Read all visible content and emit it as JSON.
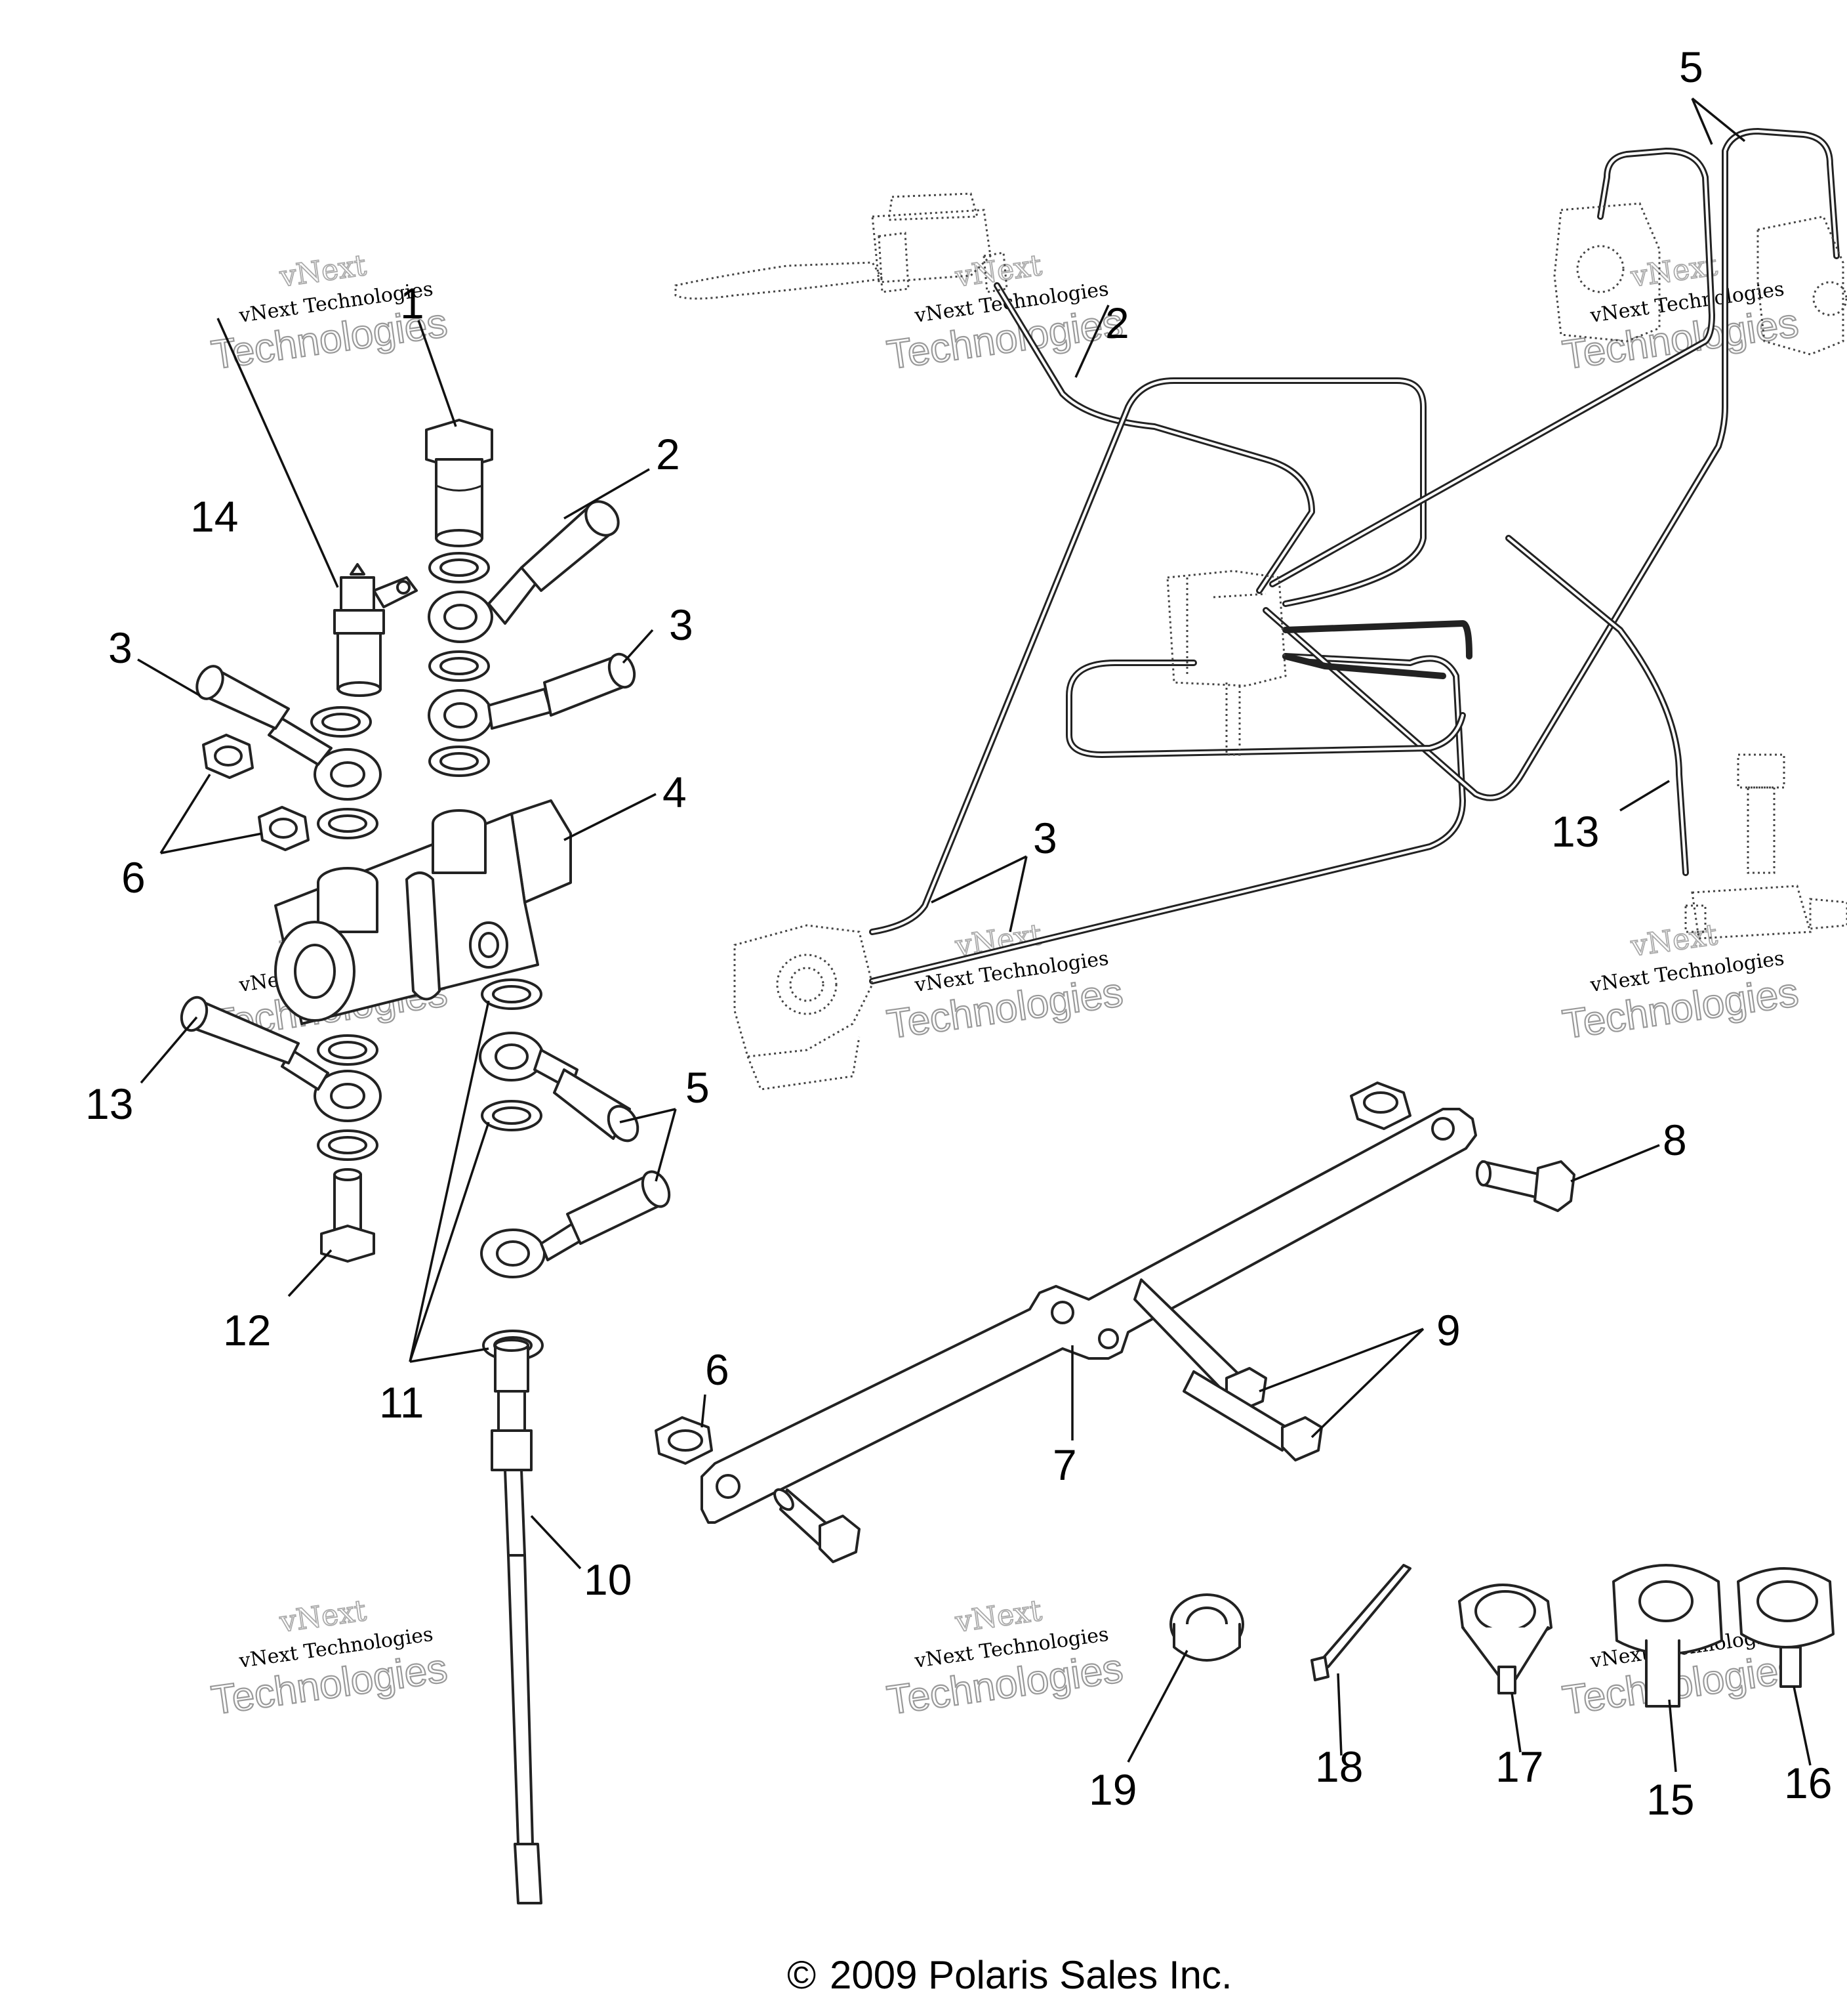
{
  "callouts": {
    "c1": "1",
    "c2": "2",
    "c3": "3",
    "c4": "4",
    "c5": "5",
    "c6": "6",
    "c7": "7",
    "c8": "8",
    "c9": "9",
    "c10": "10",
    "c11": "11",
    "c12": "12",
    "c13": "13",
    "c14": "14",
    "c15": "15",
    "c16": "16",
    "c17": "17",
    "c18": "18",
    "c19": "19"
  },
  "watermark": {
    "line1": "vNext",
    "line2": "vNext Technologies",
    "line3": "Technologies"
  },
  "footer": {
    "copyright_symbol": "©",
    "copyright_text": "2009 Polaris Sales Inc."
  }
}
